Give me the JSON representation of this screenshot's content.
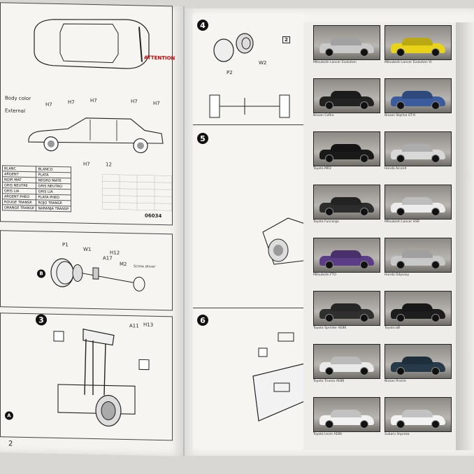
{
  "left_page": {
    "page_number": "2",
    "attention_label": "ATTENTION",
    "body_color_label": "Body color",
    "external_label": "External",
    "color_table": [
      [
        "BLANC",
        "BLANCO"
      ],
      [
        "ARGENT",
        "PLATA"
      ],
      [
        "NOIR MAT",
        "NEGRO MATE"
      ],
      [
        "GRIS NEUTRE",
        "GRIS NEUTRO"
      ],
      [
        "GRIS LIA",
        "GRIS LIA"
      ],
      [
        "ARGENT PHEO",
        "PLATA PHEO"
      ],
      [
        "ROUGE TRANSP.",
        "ROJO TRANSP."
      ],
      [
        "ORANGE TRANSP.",
        "NARANJA TRANSP."
      ]
    ],
    "paint_code": "06034",
    "step1_labels": [
      "H7",
      "H7",
      "H7",
      "H7",
      "H7",
      "12",
      "H7"
    ],
    "step2_parts": [
      "P1",
      "W1",
      "A17",
      "H12",
      "M2"
    ],
    "screwdriver_label": "Screw driver",
    "step3_number": "3",
    "step3_parts": [
      "A11",
      "H13"
    ]
  },
  "right_page": {
    "step4_number": "4",
    "step4_parts": [
      "P2",
      "W2"
    ],
    "step4_qty": "2",
    "step5_number": "5",
    "step6_number": "6"
  },
  "catalog": {
    "left_column": [
      {
        "caption": "Mitsubishi Lancer Evolution",
        "body_color": "#c9c9c9"
      },
      {
        "caption": "Nissan Cefiro",
        "body_color": "#222222"
      },
      {
        "caption": "Toyota MR2",
        "body_color": "#1a1a1a"
      },
      {
        "caption": "Toyota Funcargo",
        "body_color": "#2c2c2c"
      },
      {
        "caption": "Mitsubishi FTO",
        "body_color": "#5b3c86"
      },
      {
        "caption": "Toyota Sprinter AE86",
        "body_color": "#2f2f2f"
      },
      {
        "caption": "Toyota Trueno AE86",
        "body_color": "#e9e9e9"
      },
      {
        "caption": "Toyota Levin AE86",
        "body_color": "#f1f1f1"
      }
    ],
    "right_column": [
      {
        "caption": "Mitsubishi Lancer Evolution VI",
        "body_color": "#e8d318"
      },
      {
        "caption": "Nissan Skyline GT-R",
        "body_color": "#3a5c9c"
      },
      {
        "caption": "Honda Accord",
        "body_color": "#d8d8d8"
      },
      {
        "caption": "Mitsubishi Lancer GSR",
        "body_color": "#ececec"
      },
      {
        "caption": "Honda Odyssey",
        "body_color": "#c8c8c8"
      },
      {
        "caption": "Toyota bB",
        "body_color": "#1d1d1d"
      },
      {
        "caption": "Nissan Prairie",
        "body_color": "#263a4a"
      },
      {
        "caption": "Subaru Impreza",
        "body_color": "#f3f3f3"
      }
    ]
  }
}
